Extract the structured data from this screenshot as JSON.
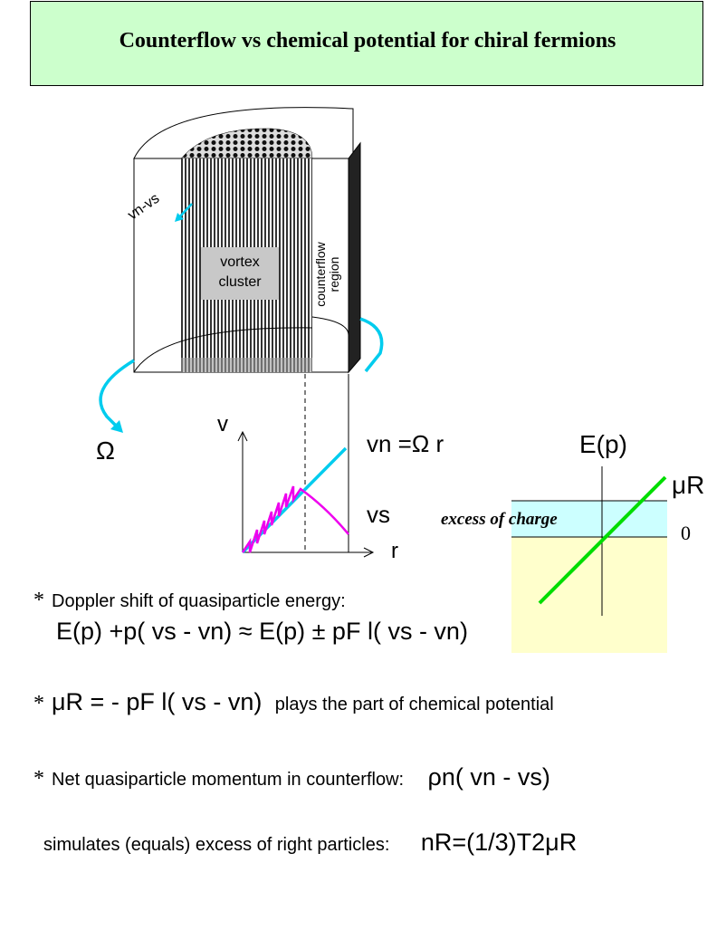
{
  "title": "Counterflow vs chemical potential for chiral fermions",
  "cylinder": {
    "vortex_label_1": "vortex",
    "vortex_label_2": "cluster",
    "counterflow_label_1": "counterflow",
    "counterflow_label_2": "region",
    "vn_vs_label": "vn-vs",
    "omega": "Ω"
  },
  "velocity_plot": {
    "y_axis": "v",
    "x_axis": "r",
    "vn_label": "vn =Ω r",
    "vs_label": "vs"
  },
  "energy_plot": {
    "title": "E(p)",
    "mu_label": "μR",
    "zero_label": "0",
    "excess_label": "excess of charge"
  },
  "bullets": {
    "doppler_heading": "Doppler shift of quasiparticle energy:",
    "doppler_formula": "E(p) +p( vs - vn) ≈ E(p) ± pF l( vs - vn)",
    "mu_formula": "μR = - pF l( vs - vn)",
    "mu_text": "plays the part of chemical potential",
    "net_momentum_text": "Net quasiparticle momentum in counterflow:",
    "net_momentum_formula": "ρn( vn - vs)",
    "simulates_text": "simulates (equals) excess of right particles:",
    "simulates_formula": "nR=(1/3)T2μR"
  },
  "colors": {
    "title_bg": "#ccffcc",
    "cyan": "#00ccee",
    "magenta": "#ee00ee",
    "green": "#00dd00",
    "excess_band": "#ccffff",
    "lower_band": "#ffffcc"
  }
}
